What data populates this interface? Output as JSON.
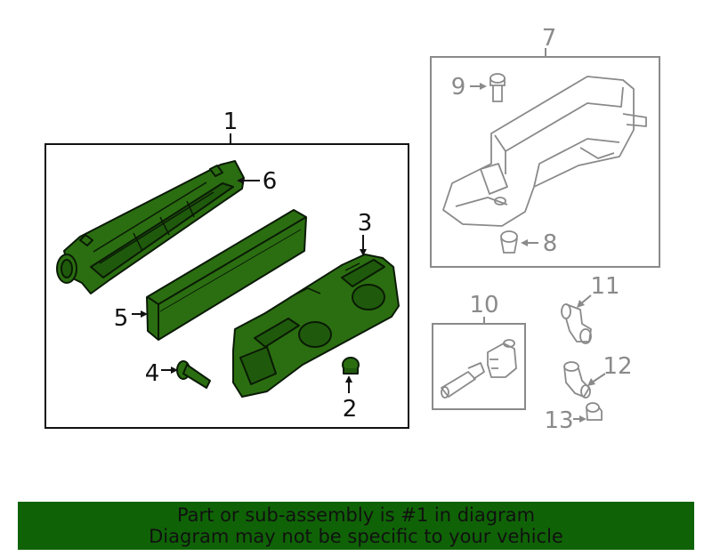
{
  "colors": {
    "highlight_fill": "#2b6e11",
    "highlight_stroke": "#0a1a05",
    "inactive_stroke": "#8a8a8a",
    "banner_bg": "#0f6306"
  },
  "callouts": {
    "c1": "1",
    "c2": "2",
    "c3": "3",
    "c4": "4",
    "c5": "5",
    "c6": "6",
    "c7": "7",
    "c8": "8",
    "c9": "9",
    "c10": "10",
    "c11": "11",
    "c12": "12",
    "c13": "13"
  },
  "banner": {
    "line1": "Part or sub-assembly is #1 in diagram",
    "line2": "Diagram may not be specific to your vehicle"
  }
}
